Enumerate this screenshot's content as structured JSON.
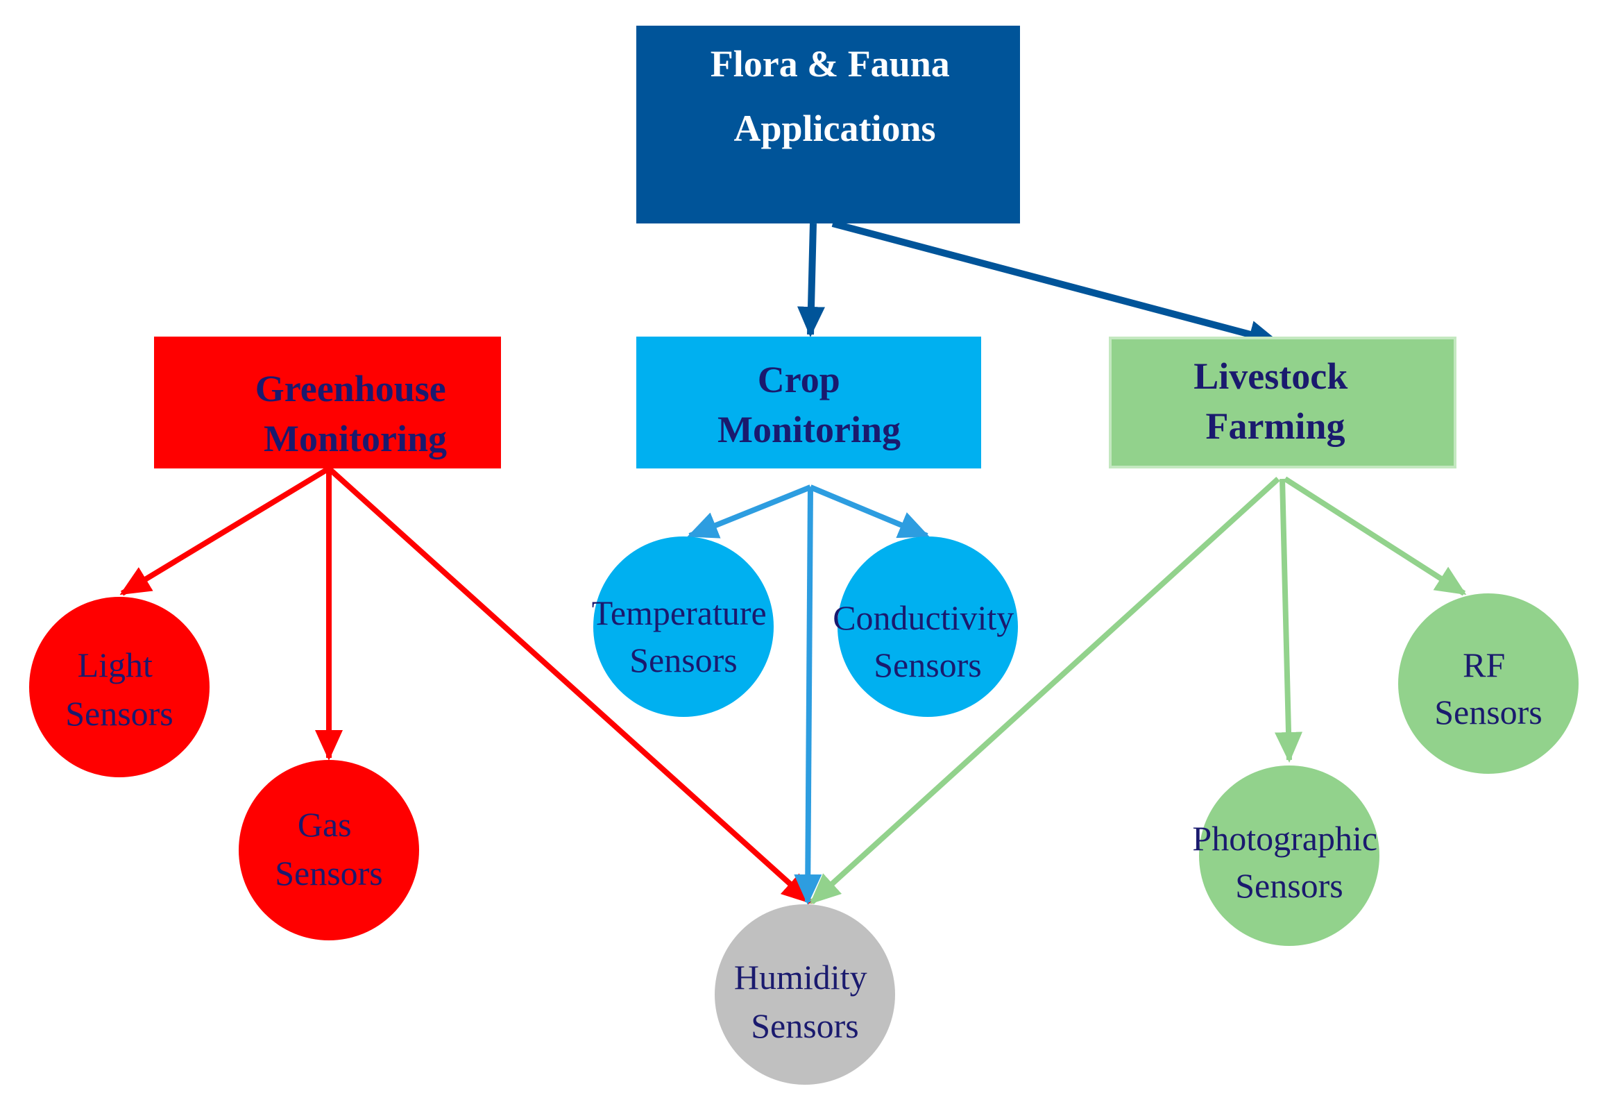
{
  "diagram": {
    "root": {
      "lines": [
        "Flora & Fauna",
        "Applications"
      ],
      "color": "#005499",
      "text_color": "#ffffff"
    },
    "categories": [
      {
        "key": "greenhouse",
        "lines": [
          "Greenhouse",
          "Monitoring"
        ],
        "color": "#ff0000",
        "text_color": "#1a1a6e",
        "sensors": [
          {
            "key": "light",
            "lines": [
              "Light",
              "Sensors"
            ]
          },
          {
            "key": "gas",
            "lines": [
              "Gas",
              "Sensors"
            ]
          }
        ]
      },
      {
        "key": "crop",
        "lines": [
          "Crop",
          "Monitoring"
        ],
        "color": "#00b0f0",
        "text_color": "#1a1a6e",
        "sensors": [
          {
            "key": "temperature",
            "lines": [
              "Temperature",
              "Sensors"
            ]
          },
          {
            "key": "conductivity",
            "lines": [
              "Conductivity",
              "Sensors"
            ]
          }
        ]
      },
      {
        "key": "livestock",
        "lines": [
          "Livestock",
          "Farming"
        ],
        "color": "#92d28c",
        "text_color": "#1a1a6e",
        "sensors": [
          {
            "key": "photographic",
            "lines": [
              "Photographic",
              "Sensors"
            ]
          },
          {
            "key": "rf",
            "lines": [
              "RF",
              "Sensors"
            ]
          }
        ]
      }
    ],
    "shared_sensor": {
      "key": "humidity",
      "lines": [
        "Humidity",
        "Sensors"
      ],
      "color": "#c0c0c0",
      "text_color": "#1a1a6e"
    },
    "arrow_colors": {
      "root": "#005499",
      "greenhouse": "#ff0000",
      "crop": "#2d9de0",
      "livestock": "#92d28c"
    }
  }
}
